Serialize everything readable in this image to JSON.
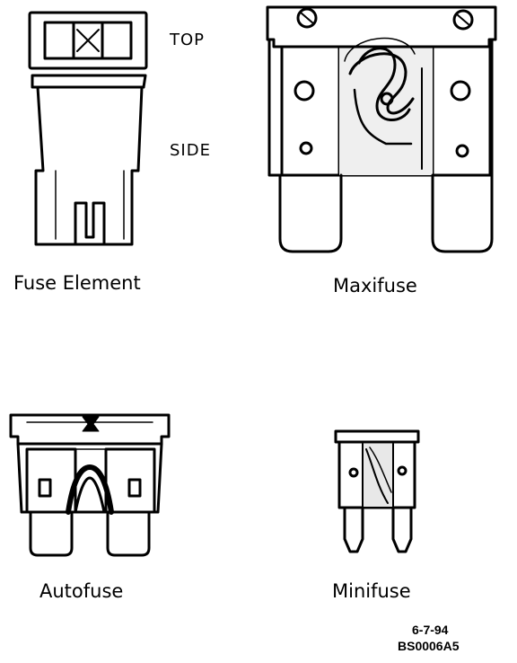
{
  "labels": {
    "top": "TOP",
    "side": "SIDE",
    "fuse_element": "Fuse Element",
    "maxifuse": "Maxifuse",
    "autofuse": "Autofuse",
    "minifuse": "Minifuse",
    "date": "6-7-94",
    "ref_code": "BS0006A5"
  },
  "colors": {
    "ink": "#000000",
    "paper": "#ffffff",
    "body": "#f4f4f4",
    "shade": "#dedede"
  }
}
